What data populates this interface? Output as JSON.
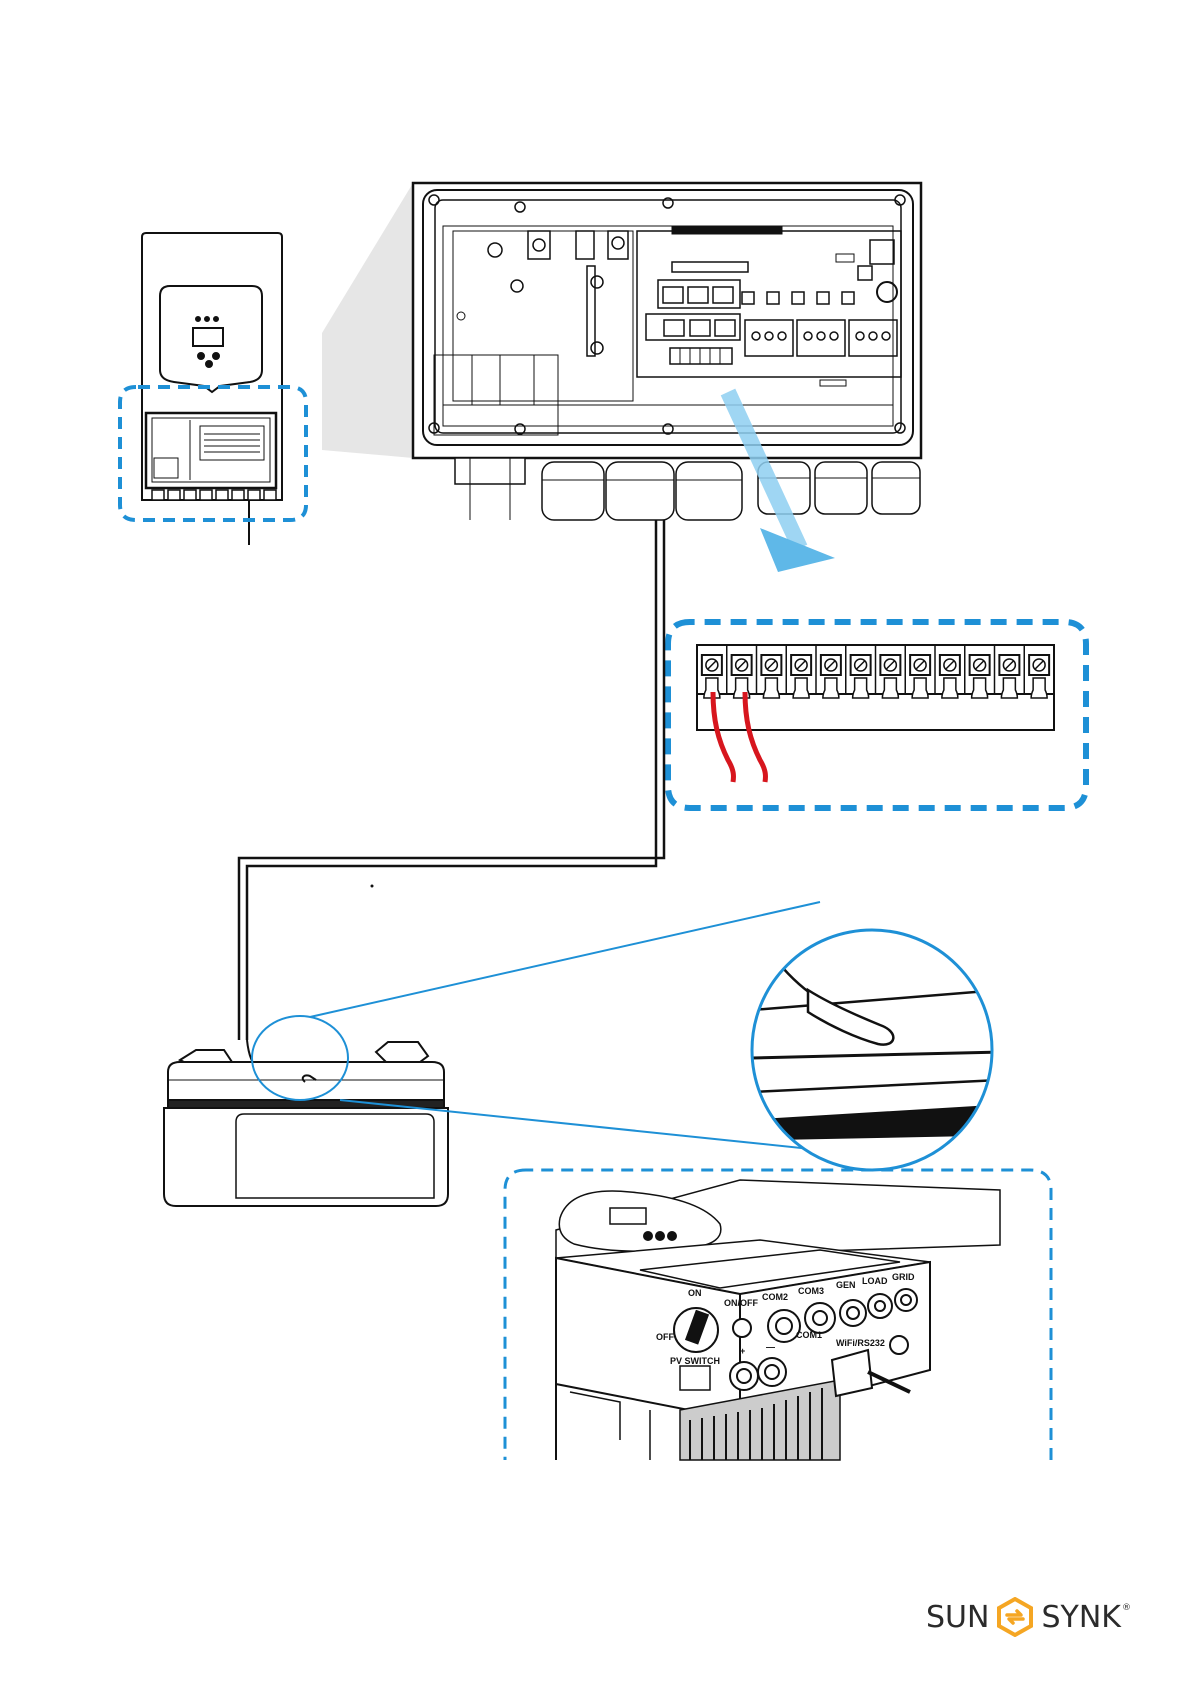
{
  "brand": {
    "name_left": "SUN",
    "name_right": "SYNK",
    "registered": "®",
    "logo_icon": "sunsynk-arrows-logo",
    "accent_color": "#F5A623"
  },
  "colors": {
    "callout_blue": "#1E90D6",
    "wire_red": "#D7161E",
    "line_black": "#111111"
  },
  "terminal_block": {
    "terminal_count": 12,
    "wired_terminals": [
      1,
      2
    ]
  },
  "inverter_ports": {
    "switch_on": "ON",
    "switch_off": "OFF",
    "pv_switch": "PV SWITCH",
    "on_off": "ON/OFF",
    "com2": "COM2",
    "com3": "COM3",
    "com1": "COM1",
    "gen": "GEN",
    "load": "LOAD",
    "grid": "GRID",
    "wifi": "WiFi/RS232",
    "plus": "+",
    "minus": "—"
  }
}
